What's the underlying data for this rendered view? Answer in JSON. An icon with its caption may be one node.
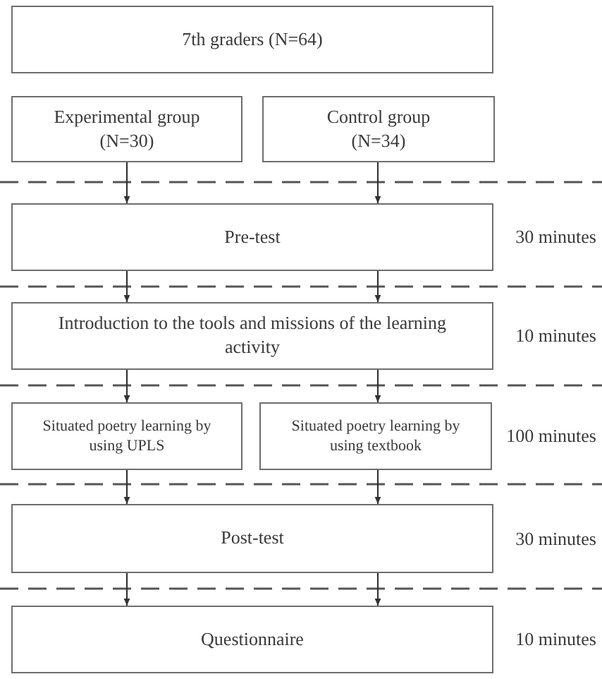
{
  "diagram": {
    "nodes": [
      {
        "text": [
          "7th graders (N=64)"
        ]
      },
      {
        "text": [
          "Experimental group (N=30)"
        ]
      },
      {
        "text": [
          "Control group (N=34)"
        ]
      },
      {
        "text": [
          "Pre-test"
        ],
        "beside": [
          "30 minutes"
        ]
      },
      {
        "text": [
          "Introduction to the tools and missions of the learning activity"
        ],
        "beside": [
          "10 minutes"
        ]
      },
      {
        "text": [
          "Situated poetry learning by using UPLS"
        ]
      },
      {
        "text": [
          "Situated poetry learning by using textbook"
        ],
        "beside": [
          "100 minutes"
        ]
      },
      {
        "text": [
          "Post-test"
        ],
        "beside": [
          "30 minutes"
        ]
      },
      {
        "text": [
          "Questionnaire"
        ],
        "beside": [
          "10 minutes"
        ]
      }
    ],
    "edges": [
      {
        "from": 1,
        "to": 3,
        "arrow": "to"
      },
      {
        "from": 2,
        "to": 3,
        "arrow": "to"
      },
      {
        "from": 3,
        "to": 4,
        "arrow": "to"
      },
      {
        "from": 3,
        "to": 4,
        "arrow": "to"
      },
      {
        "from": 4,
        "to": 5,
        "arrow": "to"
      },
      {
        "from": 4,
        "to": 6,
        "arrow": "to"
      },
      {
        "from": 5,
        "to": 7,
        "arrow": "to"
      },
      {
        "from": 6,
        "to": 7,
        "arrow": "to"
      },
      {
        "from": 7,
        "to": 8,
        "arrow": "to"
      },
      {
        "from": 7,
        "to": 8,
        "arrow": "to"
      }
    ]
  }
}
